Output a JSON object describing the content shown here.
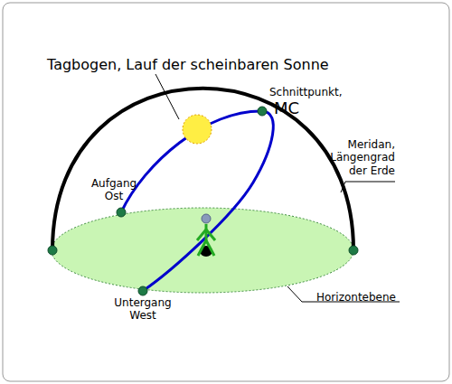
{
  "diagram": {
    "labels": [
      "Tagbogen, Lauf der scheinbaren Sonne",
      "Schnittpunkt,",
      "MC",
      "Meridan, Längengrad der Erde",
      "Aufgang Ost",
      "Untergang West",
      "Horizontebene"
    ]
  }
}
